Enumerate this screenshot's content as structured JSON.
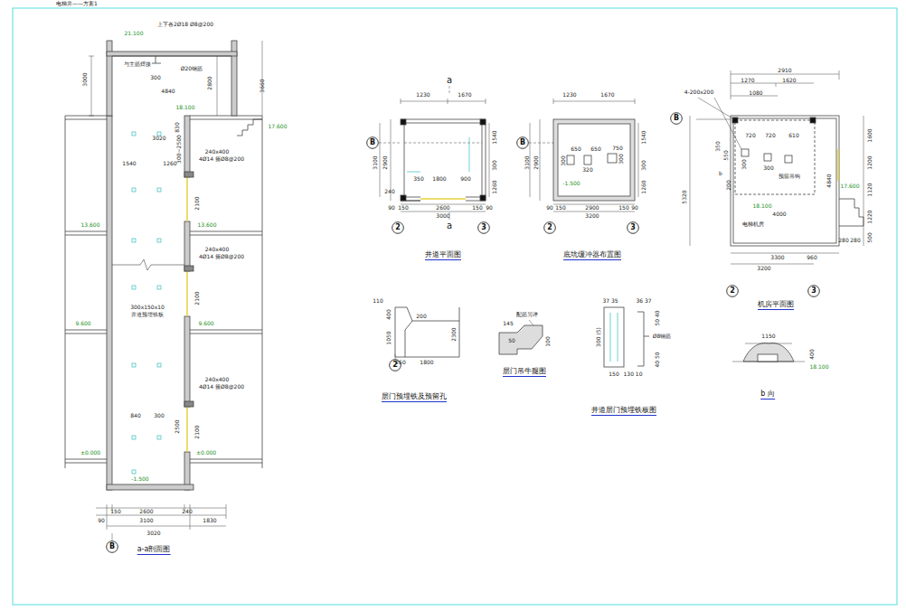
{
  "diagram": {
    "title": "电梯井——方案1",
    "nodes": [
      {
        "text": [
          "B"
        ]
      },
      {
        "text": [
          "B"
        ]
      },
      {
        "text": [
          "2"
        ]
      },
      {
        "text": [
          "3"
        ]
      },
      {
        "text": [
          "B"
        ]
      },
      {
        "text": [
          "2"
        ]
      },
      {
        "text": [
          "3"
        ]
      },
      {
        "text": [
          "B"
        ]
      },
      {
        "text": [
          "2"
        ]
      },
      {
        "text": [
          "3"
        ]
      },
      {
        "text": [
          "2"
        ]
      }
    ],
    "labels": [
      "21.100",
      "上下各2Ø18 Ø8@200",
      "与主筋焊接",
      "Ø20钢筋",
      "300",
      "3000",
      "4840",
      "2800",
      "3660",
      "18.100",
      "17.600",
      "830",
      "300~2500",
      "3020",
      "240x400",
      "4Ø14 箍Ø8@200",
      "1540",
      "1260",
      "2100",
      "13.600",
      "13.600",
      "240x400",
      "4Ø14 箍Ø8@200",
      "300x150x10",
      "井道预埋铁板",
      "2100",
      "9.600",
      "9.600",
      "240x400",
      "4Ø14 箍Ø8@200",
      "840",
      "300",
      "2500",
      "2100",
      "±0.000",
      "±0.000",
      "-1.500",
      "150",
      "2600",
      "240",
      "90",
      "3100",
      "1830",
      "3020",
      "a-a剖面图",
      "a",
      "1230",
      "1670",
      "3100",
      "2900",
      "1540",
      "300",
      "1260",
      "350",
      "1800",
      "900",
      "240",
      "90",
      "150",
      "2600",
      "150",
      "90",
      "3000",
      "a",
      "井道平面图",
      "1230",
      "1670",
      "3100",
      "2900",
      "1540",
      "300",
      "1260",
      "650",
      "650",
      "750",
      "300",
      "320",
      "300",
      "-1.500",
      "90",
      "150",
      "2900",
      "150",
      "90",
      "3200",
      "底坑缓冲器布置图",
      "2910",
      "1270",
      "1620",
      "1080",
      "4-200x200",
      "720",
      "720",
      "610",
      "350",
      "550",
      "300",
      "300",
      "b",
      "200",
      "预留吊钩",
      "1600",
      "1200",
      "1120",
      "1220",
      "500",
      "5320",
      "4840",
      "17.600",
      "18.100",
      "4000",
      "电梯机房",
      "280",
      "280",
      "3300",
      "960",
      "3200",
      "机房平面图",
      "110",
      "200",
      "400",
      "1050",
      "2300",
      "260",
      "1800",
      "层门预埋铁及预留孔",
      "配筋另详",
      "145",
      "50",
      "100",
      "层门吊牛腿图",
      "37 35",
      "36 37",
      "300 (5)",
      "Ø8钢筋",
      "50 40",
      "40 50",
      "150",
      "130 10",
      "井道层门预埋铁板图",
      "1150",
      "400",
      "18.100",
      "b 向"
    ]
  }
}
